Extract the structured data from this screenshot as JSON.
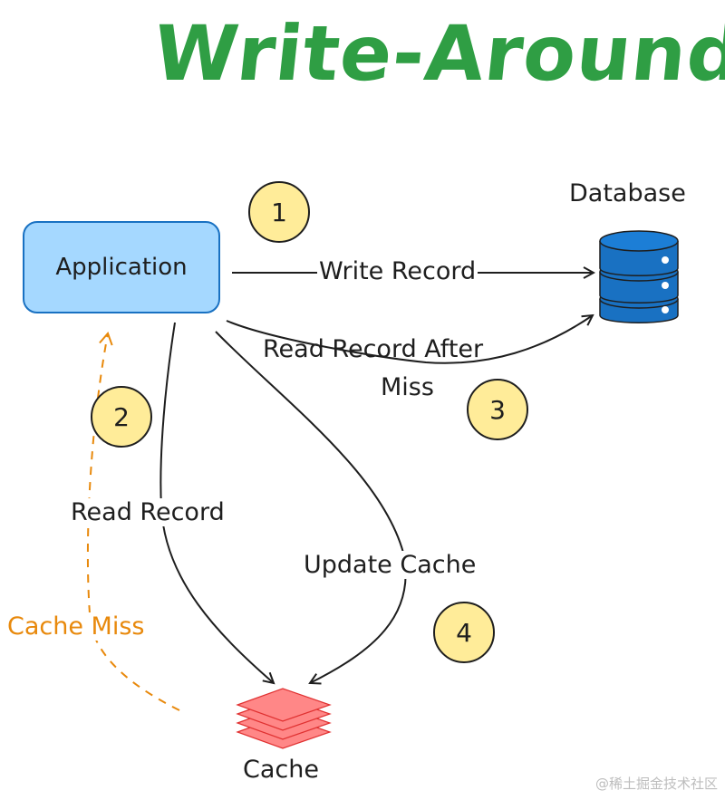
{
  "title": "Write-Around",
  "nodes": {
    "application": "Application",
    "database": "Database",
    "cache": "Cache"
  },
  "edges": {
    "write_record": "Write Record",
    "read_record_after_miss_line1": "Read Record After",
    "read_record_after_miss_line2": "Miss",
    "read_record": "Read Record",
    "update_cache": "Update Cache",
    "cache_miss": "Cache Miss"
  },
  "steps": [
    "1",
    "2",
    "3",
    "4"
  ],
  "watermark": "@稀土掘金技术社区",
  "colors": {
    "title": "#2f9e44",
    "application_fill": "#a5d8ff",
    "application_stroke": "#1971c2",
    "database": "#1971c2",
    "cache": "#ff8787",
    "step_fill": "#ffec99",
    "cache_miss": "#e8890c"
  }
}
